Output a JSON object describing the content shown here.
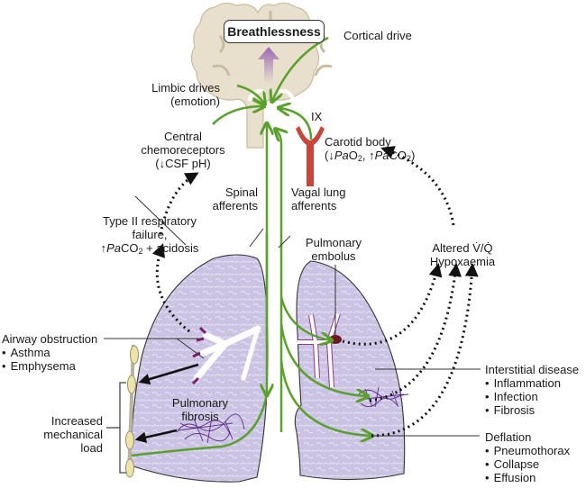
{
  "title": "Breathlessness",
  "colors": {
    "brain": "#e8e0cc",
    "lung": "#cbc3e3",
    "nerve": "#5aa02c",
    "carotid": "#c6463b",
    "embolus": "#6b1a24",
    "fibrosis": "#5a2d8a",
    "pleura": "#efe4a8"
  },
  "labels": {
    "cortical_drive": "Cortical drive",
    "limbic_drives": [
      "Limbic drives",
      "(emotion)"
    ],
    "central_chemo": [
      "Central",
      "chemoreceptors",
      "(↓CSF pH)"
    ],
    "ix": "IX",
    "carotid_body": "Carotid body",
    "carotid_detail": {
      "down": "↓",
      "pa1": "Pa",
      "o2": "O",
      "o2sub": "2",
      "sep": ", ",
      "up": "↑",
      "pa2": "Pa",
      "co2": "CO",
      "co2sub": "2"
    },
    "spinal_afferents": [
      "Spinal",
      "afferents"
    ],
    "vagal_afferents": [
      "Vagal lung",
      "afferents"
    ],
    "type2_failure": [
      "Type II respiratory",
      "failure,"
    ],
    "type2_line3": {
      "up": "↑",
      "pa": "Pa",
      "co": "CO",
      "sub": "2",
      "rest": " + acidosis"
    },
    "pulmonary_embolus": [
      "Pulmonary",
      "embolus"
    ],
    "altered_vq": [
      "Altered V̇/Q̇",
      "Hypoxaemia"
    ],
    "airway_obstruction": {
      "heading": "Airway obstruction",
      "items": [
        "Asthma",
        "Emphysema"
      ]
    },
    "mechanical_load": [
      "Increased",
      "mechanical",
      "load"
    ],
    "pulmonary_fibrosis": [
      "Pulmonary",
      "fibrosis"
    ],
    "interstitial_disease": {
      "heading": "Interstitial disease",
      "items": [
        "Inflammation",
        "Infection",
        "Fibrosis"
      ]
    },
    "deflation": {
      "heading": "Deflation",
      "items": [
        "Pneumothorax",
        "Collapse",
        "Effusion"
      ]
    }
  }
}
